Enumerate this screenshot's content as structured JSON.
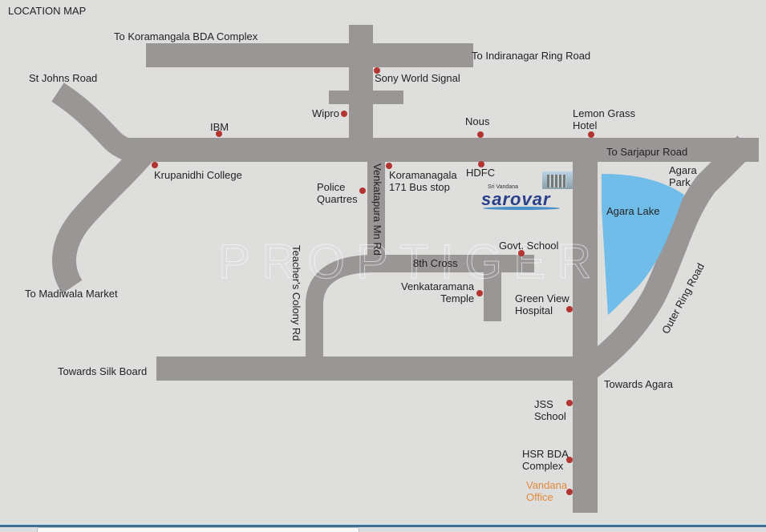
{
  "title": "LOCATION MAP",
  "watermark": "PROPTIGER",
  "colors": {
    "background": "#dededd",
    "road": "#999695",
    "lake": "#70bde9",
    "marker": "#b33532",
    "highlight_text": "#e08a3c"
  },
  "project_logo": {
    "subtitle": "Sri Vandana",
    "name": "sarovar"
  },
  "roads": {
    "koramangala_bda": "To Koramangala BDA Complex",
    "indiranagar": "To Indiranagar Ring Road",
    "st_johns": "St Johns Road",
    "sarjapur": "To Sarjapur Road",
    "madiwala": "To Madiwala Market",
    "silk_board": "Towards Silk Board",
    "agara": "Towards Agara",
    "venkatapura": "Venkatapura Mn Rd",
    "teachers_colony": "Teacher's Colony Rd",
    "eighth_cross": "8th Cross",
    "outer_ring": "Outer Ring Road"
  },
  "landmarks": [
    {
      "label": "Sony World Signal"
    },
    {
      "label": "Wipro"
    },
    {
      "label": "IBM"
    },
    {
      "label": "Nous"
    },
    {
      "label": "Lemon Grass\nHotel"
    },
    {
      "label": "Krupanidhi College"
    },
    {
      "label": "Police\nQuartres"
    },
    {
      "label": "Koramanagala\n171 Bus stop"
    },
    {
      "label": "HDFC"
    },
    {
      "label": "Govt. School"
    },
    {
      "label": "Venkataramana\nTemple"
    },
    {
      "label": "Green View\nHospital"
    },
    {
      "label": "JSS\nSchool"
    },
    {
      "label": "HSR BDA\nComplex"
    },
    {
      "label": "Vandana\nOffice"
    }
  ],
  "areas": {
    "lake": "Agara Lake",
    "park": "Agara\nPark"
  }
}
